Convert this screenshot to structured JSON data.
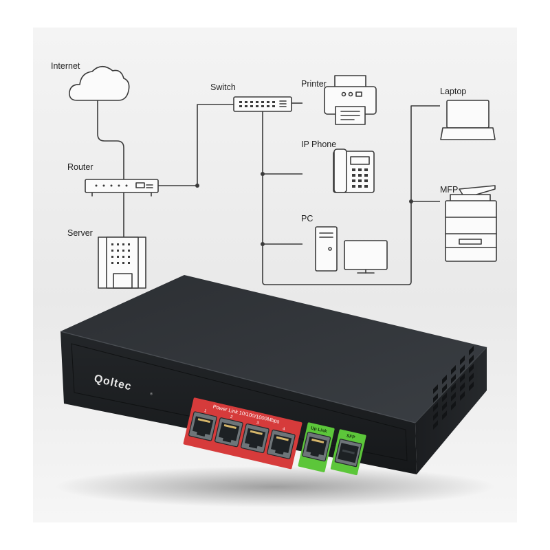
{
  "diagram": {
    "labels": {
      "internet": "Internet",
      "router": "Router",
      "server": "Server",
      "switch": "Switch",
      "printer": "Printer",
      "ip_phone": "IP Phone",
      "pc": "PC",
      "laptop": "Laptop",
      "mfp": "MFP"
    }
  },
  "device": {
    "brand": "Qoltec",
    "port_strip_label": "Power Link 10/100/1000Mbps",
    "port_numbers": [
      "1",
      "2",
      "3",
      "4"
    ],
    "uplink_label": "Up Link",
    "sfp_label": "SFP",
    "colors": {
      "poe_strip": "#d63b3b",
      "uplink_strip": "#5cc63a",
      "casing": "#2a2d30"
    }
  }
}
